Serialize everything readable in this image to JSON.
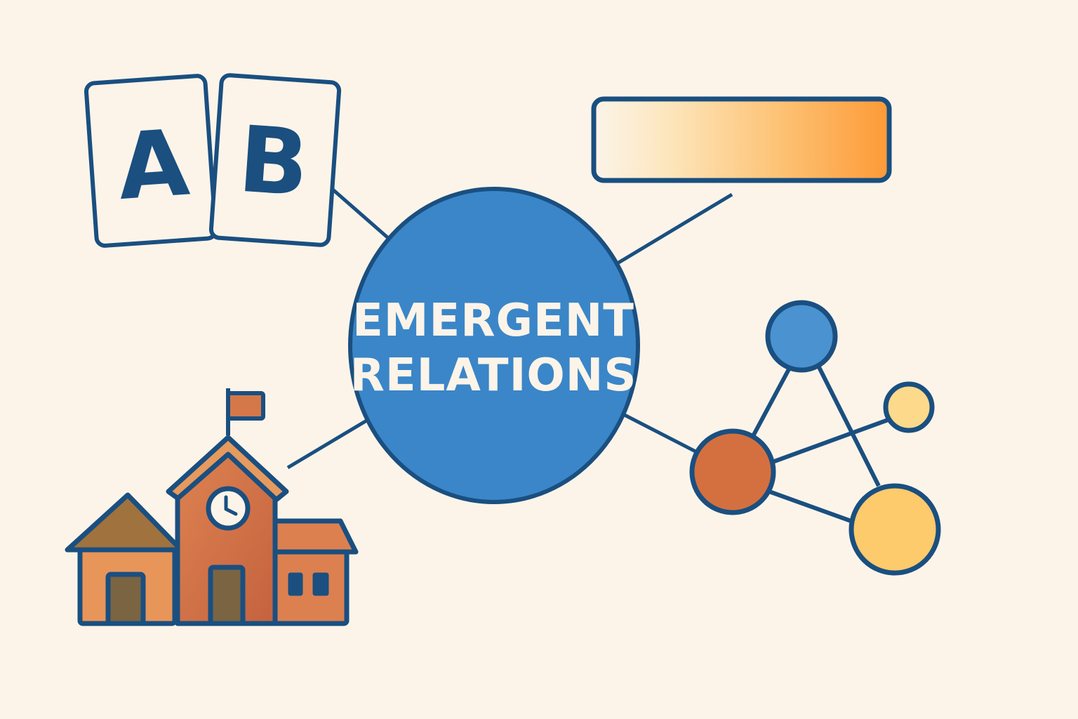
{
  "diagram": {
    "title_line1": "EMERGENT",
    "title_line2": "RELATIONS",
    "colors": {
      "background": "#fcf4e9",
      "outline": "#1a4f80",
      "hub_fill": "#3a86c8",
      "orange": "#d4703f",
      "light_yellow": "#fdd98b",
      "yellow": "#fdca6c",
      "gradient_start": "#fcf4e9",
      "gradient_end": "#fd9a36"
    },
    "cards": [
      {
        "letter": "A"
      },
      {
        "letter": "B"
      }
    ],
    "nodes": [
      {
        "id": "hub",
        "label": "Emergent Relations"
      },
      {
        "id": "letter-cards",
        "label": "A B cards"
      },
      {
        "id": "gradient-bar",
        "label": "gradient bar"
      },
      {
        "id": "school",
        "label": "school building"
      },
      {
        "id": "network",
        "label": "node network"
      }
    ]
  }
}
